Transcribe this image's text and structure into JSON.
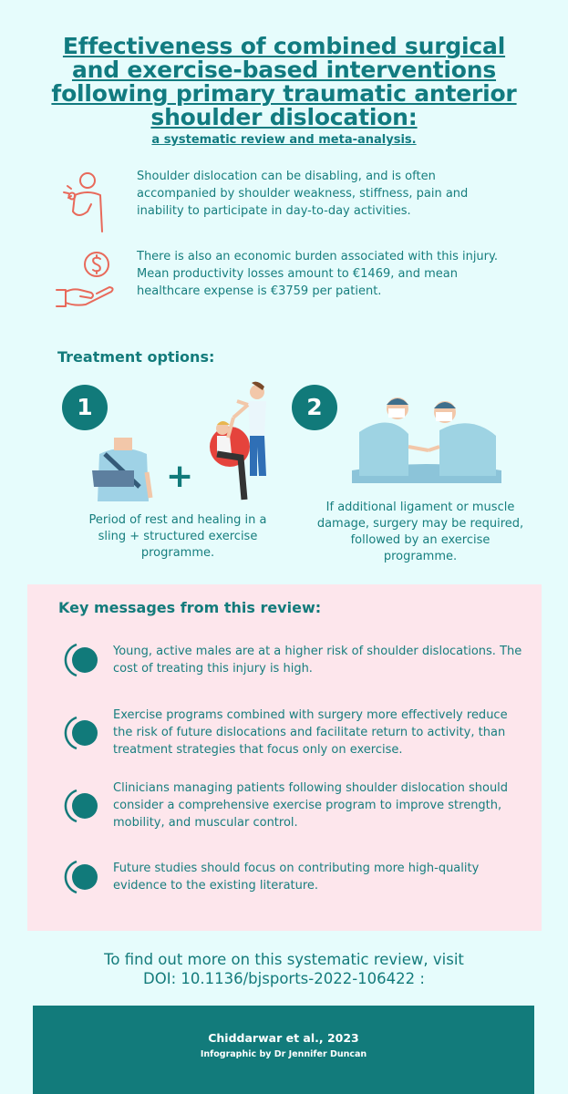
{
  "title": {
    "main": "Effectiveness of combined surgical and exercise-based interventions following primary traumatic anterior shoulder dislocation:",
    "subtitle": "a systematic review and meta-analysis."
  },
  "intro": [
    {
      "icon": "shoulder-pain-icon",
      "text": "Shoulder dislocation can be disabling, and is often accompanied by shoulder weakness, stiffness, pain and inability to participate in day-to-day activities."
    },
    {
      "icon": "money-hand-icon",
      "text": "There is also an economic burden associated with this injury.  Mean productivity losses amount to €1469, and mean healthcare expense is €3759 per patient."
    }
  ],
  "treatment": {
    "heading": "Treatment options:",
    "options": [
      {
        "number": "1",
        "caption": "Period of rest and healing in a sling + structured exercise programme."
      },
      {
        "number": "2",
        "caption": "If additional ligament or muscle damage, surgery may be required, followed by an exercise programme."
      }
    ],
    "plus": "+"
  },
  "key_messages": {
    "heading": "Key messages from this review:",
    "items": [
      "Young, active males are at a higher risk of shoulder dislocations. The cost of treating this injury is high.",
      "Exercise programs combined with surgery more effectively reduce the risk of future dislocations and facilitate return to activity, than treatment strategies that focus only on exercise.",
      "Clinicians managing patients following shoulder dislocation should consider a comprehensive exercise program to improve strength, mobility, and muscular control.",
      "Future studies should focus on contributing more high-quality evidence to the existing literature."
    ]
  },
  "find_out": {
    "line1": "To find out more on this systematic review, visit",
    "line2": "DOI: 10.1136/bjsports-2022-106422 :"
  },
  "footer": {
    "citation": "Chiddarwar et al., 2023",
    "credit": "Infographic by Dr Jennifer Duncan"
  },
  "colors": {
    "background": "#e6fcfc",
    "teal": "#117a7a",
    "coral": "#e8695a",
    "key_box": "#fde6ec"
  }
}
